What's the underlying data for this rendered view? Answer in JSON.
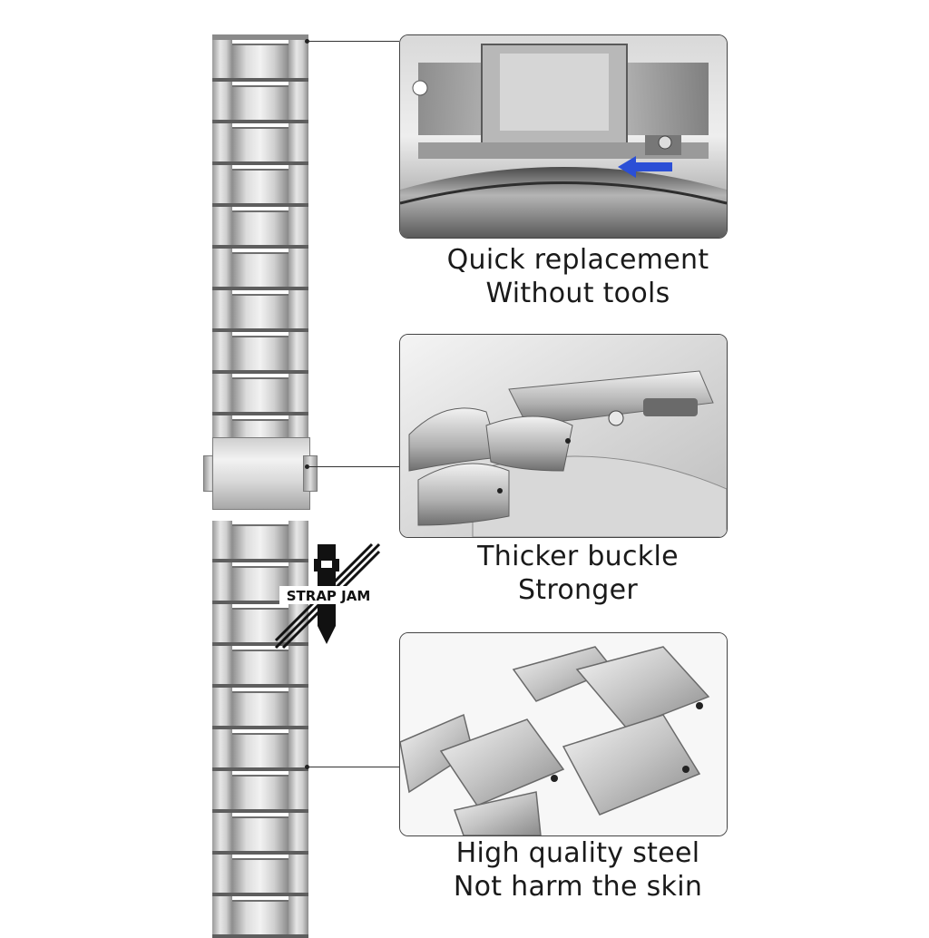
{
  "features": [
    {
      "line1": "Quick replacement",
      "line2": "Without tools",
      "image": "quick-release-pin-closeup"
    },
    {
      "line1": "Thicker buckle",
      "line2": "Stronger",
      "image": "folding-clasp-buckle-closeup"
    },
    {
      "line1": "High quality steel",
      "line2": "Not harm the skin",
      "image": "brushed-steel-links-closeup"
    }
  ],
  "logo": {
    "text": "STRAP JAM"
  },
  "colors": {
    "background": "#ffffff",
    "steel": "#cfcfcf",
    "arrow": "#2b4fd6",
    "text": "#1a1a1a"
  }
}
